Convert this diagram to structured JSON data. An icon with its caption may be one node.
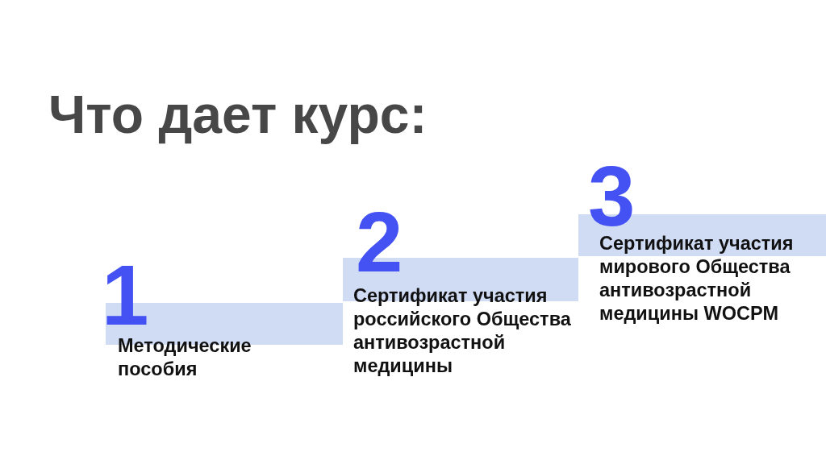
{
  "diagram": {
    "title": "Что дает курс:",
    "nodes": [
      {
        "text": [
          "1",
          "Методические пособия"
        ]
      },
      {
        "text": [
          "2",
          "Сертификат участия российского Общества антивозрастной медицины"
        ]
      },
      {
        "text": [
          "3",
          "Сертификат участия мирового Общества антивозрастной медицины WOCPM"
        ]
      }
    ]
  }
}
